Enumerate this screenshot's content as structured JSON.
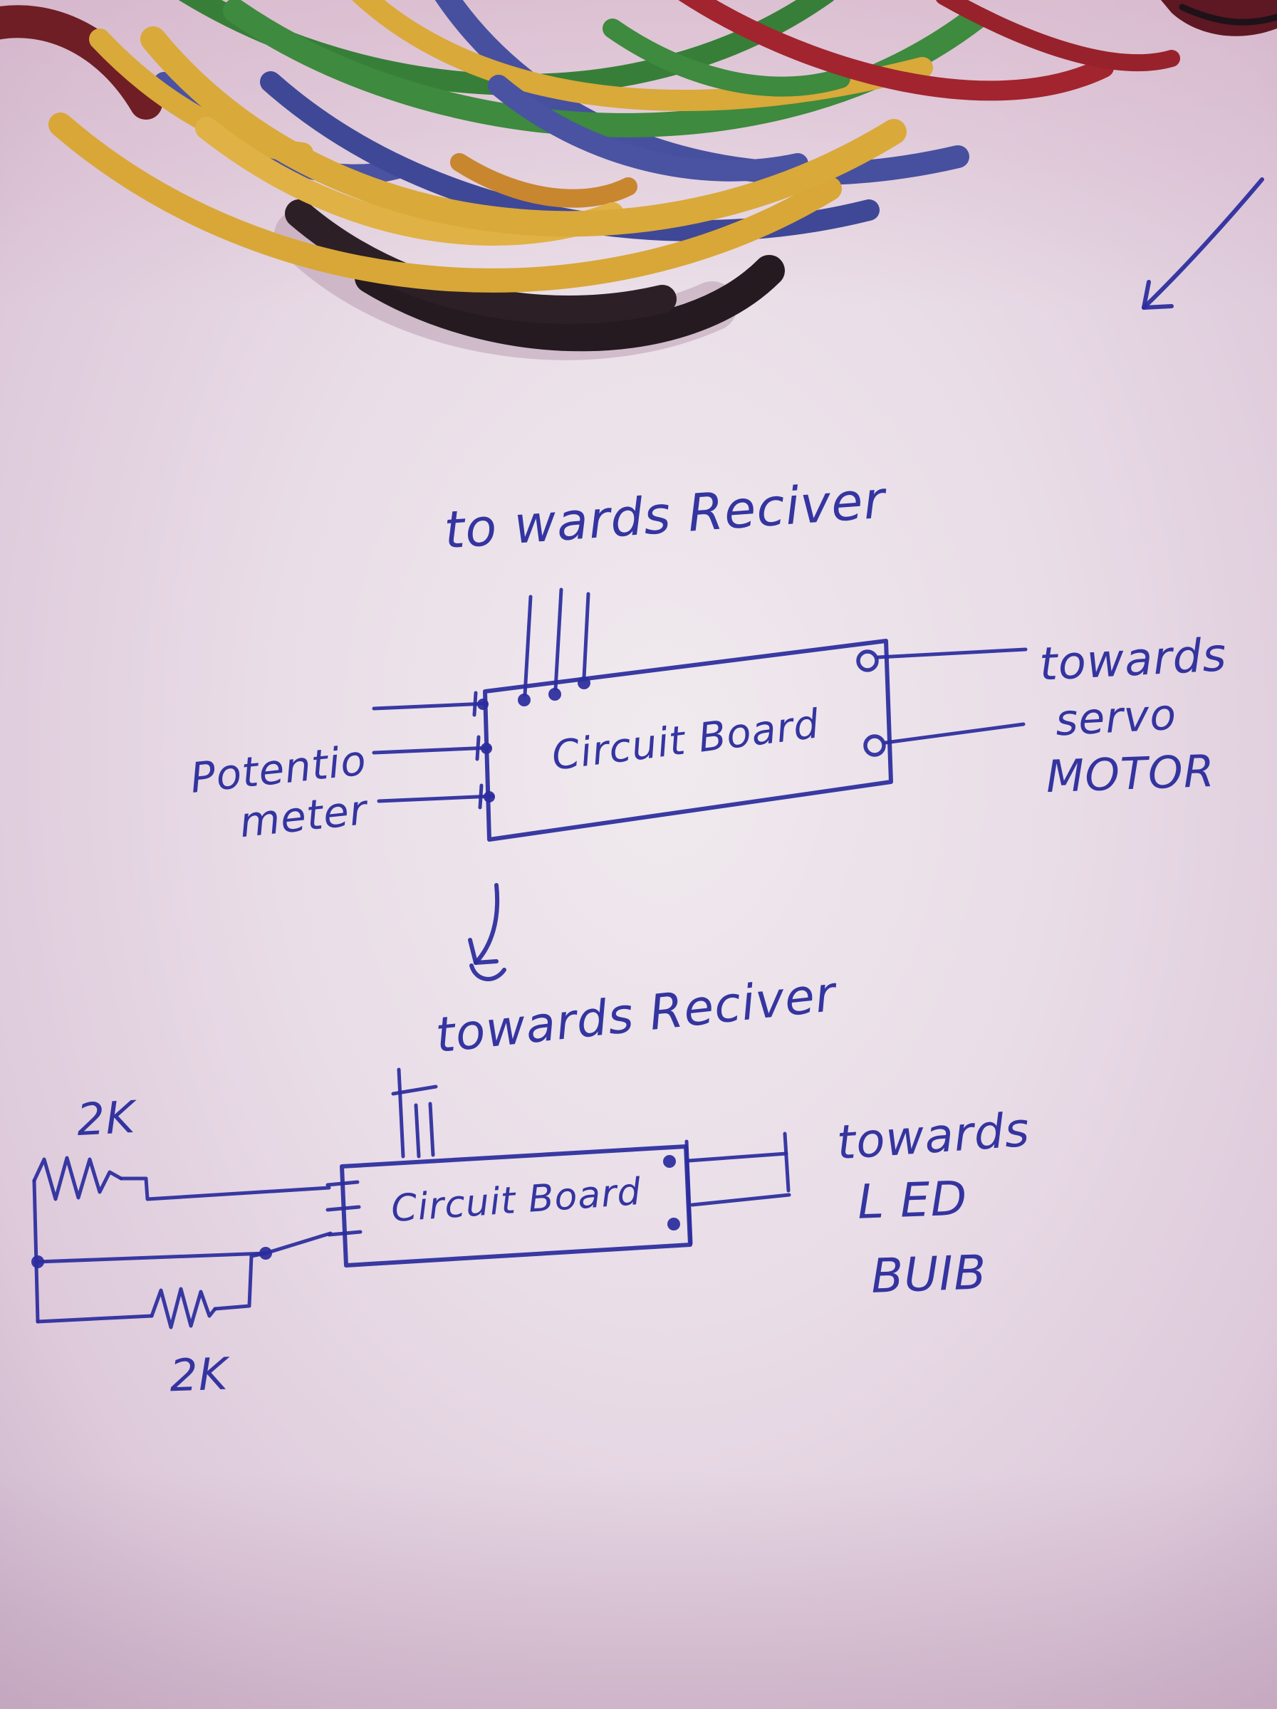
{
  "photo": {
    "paper_color": "#e9dde7",
    "ink_color": "#2b2c9d",
    "wire_colors": {
      "yellow": "#d9a93a",
      "green": "#3e8a3e",
      "blue": "#47509f",
      "red": "#a2242e",
      "black": "#241a1f",
      "orange": "#c8862f",
      "dark_red": "#6e1e24"
    }
  },
  "diagram1": {
    "receiver_label": "to wards Reciver",
    "board_label": "Circuit Board",
    "potentiometer_label_line1": "Potentio",
    "potentiometer_label_line2": "meter",
    "servo_label_line1": "towards",
    "servo_label_line2": "servo",
    "servo_label_line3": "MOTOR"
  },
  "diagram2": {
    "receiver_label": "towards Reciver",
    "board_label": "Circuit Board",
    "resistor_top_label": "2K",
    "resistor_bottom_label": "2K",
    "led_label_line1": "towards",
    "led_label_line2": "L ED",
    "led_label_line3": "BUIB"
  }
}
